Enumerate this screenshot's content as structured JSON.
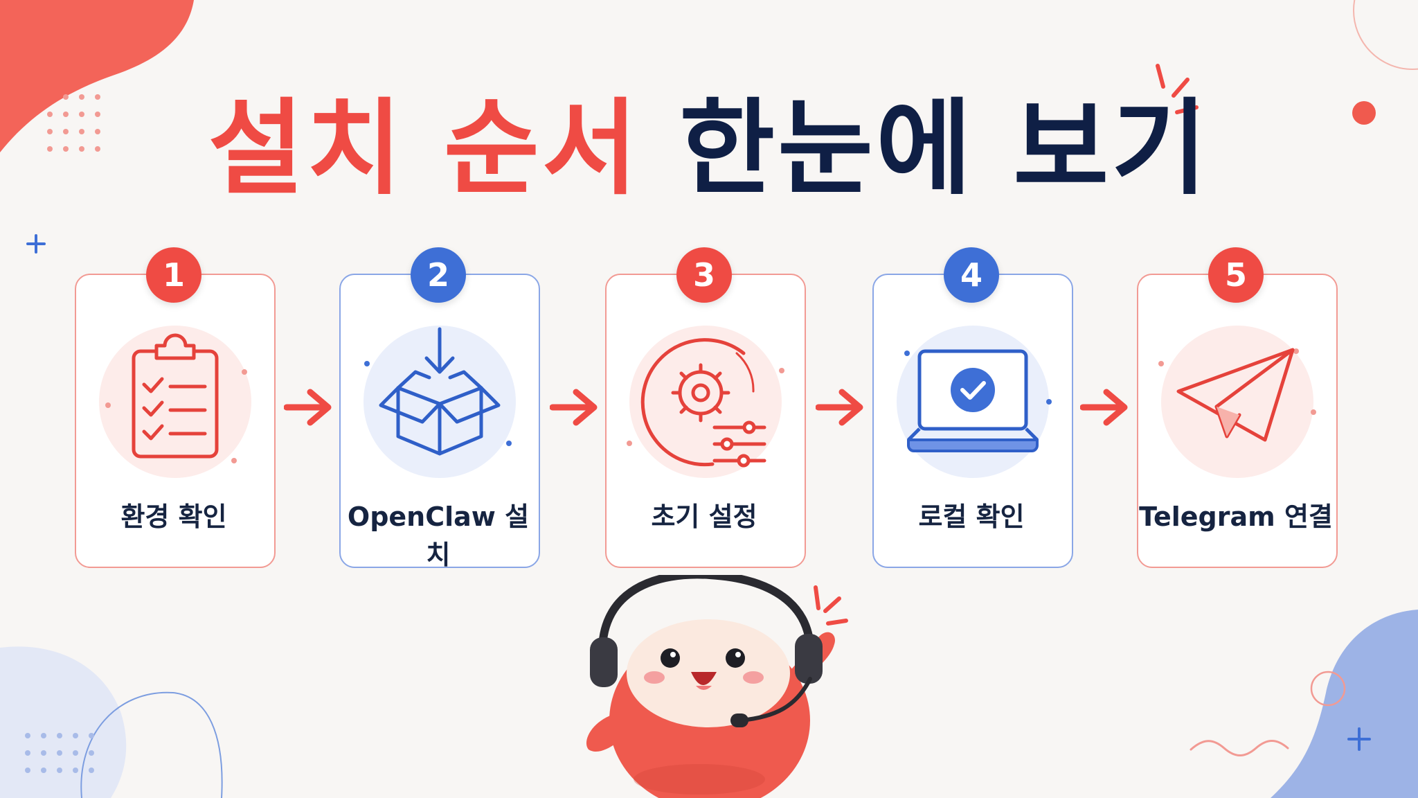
{
  "title": {
    "part_accent": "설치 순서",
    "part_main": "한눈에 보기"
  },
  "colors": {
    "accent_red": "#ef4b44",
    "accent_blue": "#3e6fd6",
    "navy": "#0f1f45"
  },
  "steps": [
    {
      "number": "1",
      "label": "환경 확인",
      "icon": "clipboard-checklist-icon"
    },
    {
      "number": "2",
      "label": "OpenClaw 설치",
      "icon": "download-box-icon"
    },
    {
      "number": "3",
      "label": "초기 설정",
      "icon": "gear-sliders-icon"
    },
    {
      "number": "4",
      "label": "로컬 확인",
      "icon": "laptop-check-icon"
    },
    {
      "number": "5",
      "label": "Telegram 연결",
      "icon": "paper-plane-icon"
    }
  ]
}
